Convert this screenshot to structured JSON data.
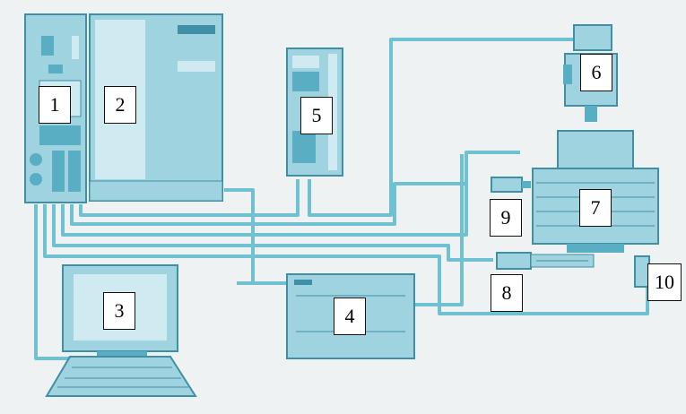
{
  "colors": {
    "background": "#eef2f3",
    "cable": "#6fc1d2",
    "device_fill": "#9fd3e0",
    "device_dark": "#5aaec4",
    "device_light": "#cfeaf1",
    "outline": "#3f8fa6"
  },
  "labels": {
    "l1": "1",
    "l2": "2",
    "l3": "3",
    "l4": "4",
    "l5": "5",
    "l6": "6",
    "l7": "7",
    "l8": "8",
    "l9": "9",
    "l10": "10"
  }
}
